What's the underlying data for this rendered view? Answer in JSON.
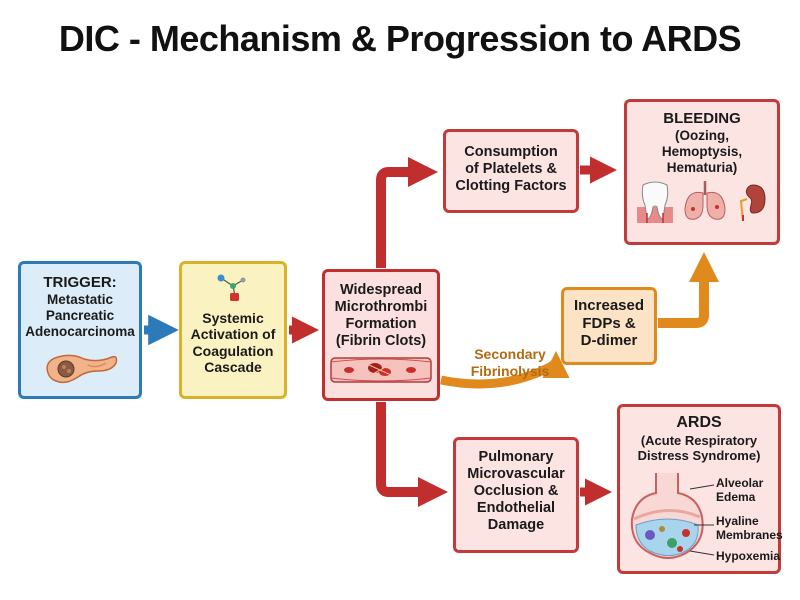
{
  "title": "DIC - Mechanism & Progression to ARDS",
  "nodes": {
    "trigger": {
      "heading": "TRIGGER:",
      "lines": [
        "Metastatic",
        "Pancreatic",
        "Adenocarcinoma"
      ]
    },
    "cascade": {
      "lines": [
        "Systemic",
        "Activation of",
        "Coagulation",
        "Cascade"
      ]
    },
    "micro": {
      "lines": [
        "Widespread",
        "Microthrombi",
        "Formation",
        "(Fibrin Clots)"
      ]
    },
    "consumption": {
      "lines": [
        "Consumption",
        "of Platelets &",
        "Clotting Factors"
      ]
    },
    "bleeding": {
      "heading": "BLEEDING",
      "lines": [
        "(Oozing,",
        "Hemoptysis,",
        "Hematuria)"
      ]
    },
    "fdp": {
      "lines": [
        "Increased",
        "FDPs &",
        "D-dimer"
      ]
    },
    "pulmonary": {
      "lines": [
        "Pulmonary",
        "Microvascular",
        "Occlusion &",
        "Endothelial",
        "Damage"
      ]
    },
    "ards": {
      "heading": "ARDS",
      "lines": [
        "(Acute Respiratory",
        "Distress Syndrome)"
      ]
    }
  },
  "edge_labels": {
    "fibrinolysis": [
      "Secondary",
      "Fibrinolysis"
    ]
  },
  "ards_labels": [
    "Alveolar",
    "Edema",
    "Hyaline",
    "Membranes",
    "Hypoxemia"
  ],
  "icons": [
    "pancreas-icon",
    "molecule-icon",
    "blood-vessel-clot-icon",
    "tooth-icon",
    "lungs-icon",
    "kidney-icon",
    "alveolus-icon"
  ],
  "colors": {
    "trigger": "#2c7ab8",
    "cascade": "#d9b12a",
    "danger": "#c12e2e",
    "fibrinolysis": "#e08a1e"
  }
}
